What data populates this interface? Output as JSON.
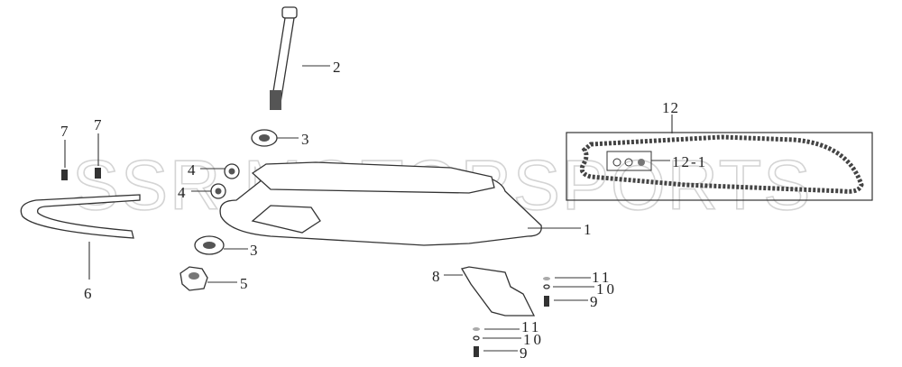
{
  "watermark": "SSR MOTORSPORTS",
  "callouts": [
    {
      "id": "swingarm",
      "label": "1"
    },
    {
      "id": "axle-bolt",
      "label": "2"
    },
    {
      "id": "bearing-top",
      "label": "3"
    },
    {
      "id": "bearing-bottom",
      "label": "3"
    },
    {
      "id": "bushing-upper",
      "label": "4"
    },
    {
      "id": "bushing-lower",
      "label": "4"
    },
    {
      "id": "nut",
      "label": "5"
    },
    {
      "id": "chain-slider",
      "label": "6"
    },
    {
      "id": "screw-left",
      "label": "7"
    },
    {
      "id": "screw-right",
      "label": "7"
    },
    {
      "id": "chain-guide",
      "label": "8"
    },
    {
      "id": "bolt-upper",
      "label": "9"
    },
    {
      "id": "bolt-lower",
      "label": "9"
    },
    {
      "id": "washer-upper",
      "label": "10"
    },
    {
      "id": "washer-lower",
      "label": "10"
    },
    {
      "id": "spring-washer-upper",
      "label": "11"
    },
    {
      "id": "spring-washer-lower",
      "label": "11"
    },
    {
      "id": "chain",
      "label": "12"
    },
    {
      "id": "master-link",
      "label": "12-1"
    }
  ]
}
